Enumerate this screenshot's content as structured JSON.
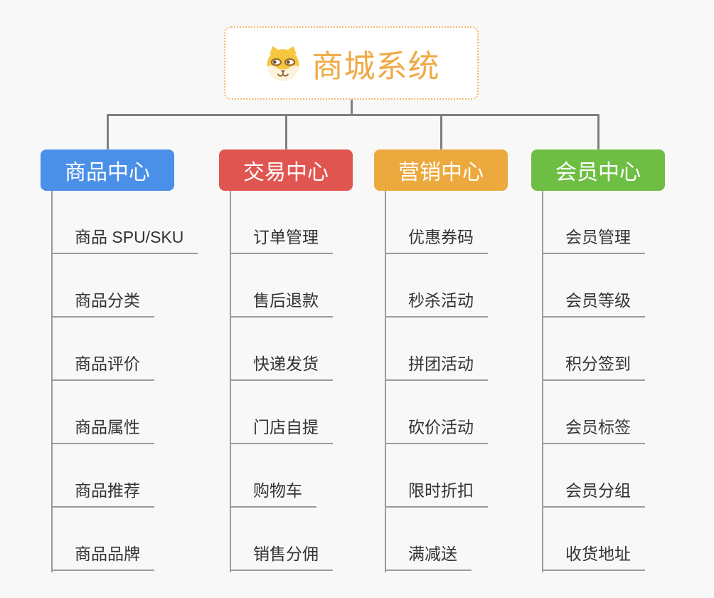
{
  "root": {
    "title": "商城系统",
    "icon": "shiba-dog-icon"
  },
  "branches": [
    {
      "label": "商品中心",
      "color": "#4a8fe8",
      "items": [
        "商品 SPU/SKU",
        "商品分类",
        "商品评价",
        "商品属性",
        "商品推荐",
        "商品品牌"
      ]
    },
    {
      "label": "交易中心",
      "color": "#e15551",
      "items": [
        "订单管理",
        "售后退款",
        "快递发货",
        "门店自提",
        "购物车",
        "销售分佣"
      ]
    },
    {
      "label": "营销中心",
      "color": "#eba93e",
      "items": [
        "优惠券码",
        "秒杀活动",
        "拼团活动",
        "砍价活动",
        "限时折扣",
        "满减送"
      ]
    },
    {
      "label": "会员中心",
      "color": "#6fbe44",
      "items": [
        "会员管理",
        "会员等级",
        "积分签到",
        "会员标签",
        "会员分组",
        "收货地址"
      ]
    }
  ],
  "palette": {
    "background": "#f8f8f8",
    "connector": "#7f7f7f",
    "leaf_line": "#9b9b9b",
    "leaf_text": "#333333",
    "root_border": "#f2ba6d",
    "root_text": "#efa945",
    "branch_text": "#ffffff"
  }
}
